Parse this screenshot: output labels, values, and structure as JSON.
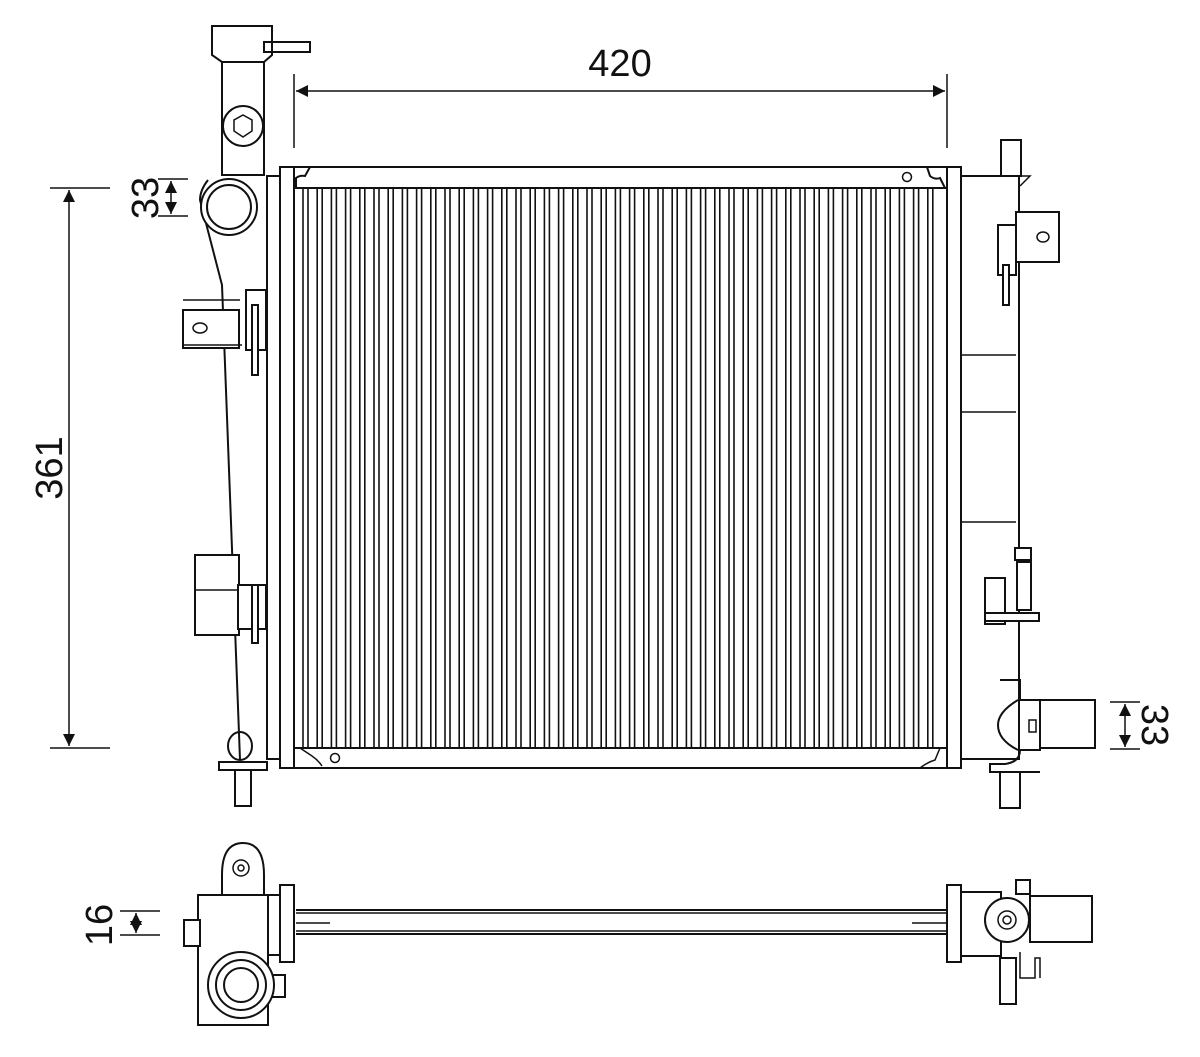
{
  "drawing": {
    "subject": "radiator",
    "views": [
      "front",
      "top"
    ],
    "line_color": "#111111",
    "background": "#ffffff"
  },
  "dimensions": {
    "width": "420",
    "height": "361",
    "inlet_diameter": "33",
    "outlet_diameter": "33",
    "core_thickness": "16"
  }
}
